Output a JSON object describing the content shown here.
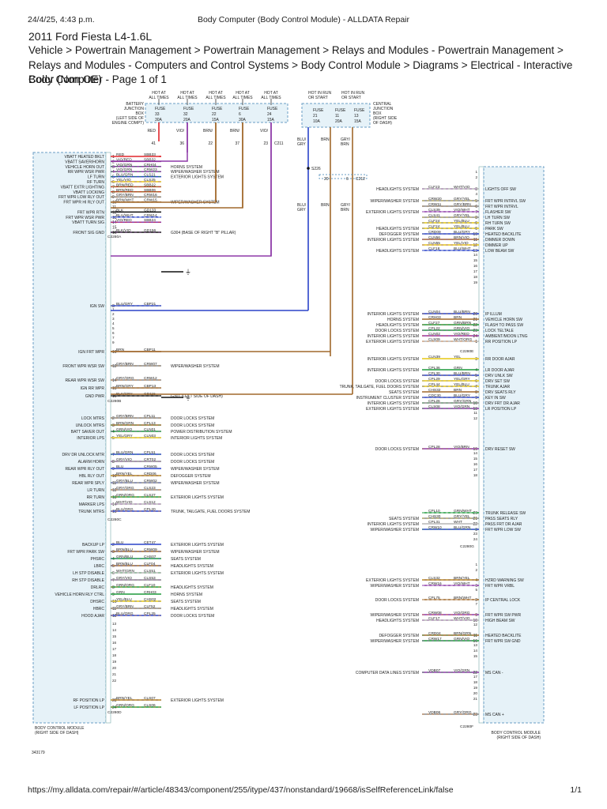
{
  "header": {
    "date": "24/4/25, 4:43 p.m.",
    "title": "Body Computer (Body Control Module) - ALLDATA Repair"
  },
  "page_title": "2011 Ford Fiesta L4-1.6L",
  "breadcrumb": "Vehicle > Powertrain Management > Powertrain Management > Relays and Modules - Powertrain Management > Relays and Modules - Computers and Control Systems > Body Control Module > Diagrams > Electrical - Interactive Color (Non OE)",
  "subtitle": "Body Computer - Page 1 of 1",
  "footer": {
    "url": "https://my.alldata.com/repair/#/article/48343/component/255/itype/437/nonstandard/19668/isSelfReferenceLink/false",
    "page": "1/1"
  },
  "diagram": {
    "fig_id": "343179",
    "battery_box": [
      "BATTERY",
      "JUNCTION",
      "BOX",
      "(LEFT SIDE OF",
      "ENGINE COMPT)"
    ],
    "central_box": [
      "CENTRAL",
      "JUNCTION",
      "BOX",
      "(RIGHT SIDE",
      "OF DASH)"
    ],
    "hot_at_all_times": [
      "HOT AT",
      "ALL TIMES"
    ],
    "hot_in_run": [
      "HOT IN RUN",
      "OR START"
    ],
    "fuses_left": [
      {
        "n": "33",
        "a": "30A"
      },
      {
        "n": "32",
        "a": "20A"
      },
      {
        "n": "22",
        "a": "15A"
      },
      {
        "n": "6",
        "a": "30A"
      },
      {
        "n": "24",
        "a": "15A"
      }
    ],
    "fuses_right": [
      {
        "n": "21",
        "a": "10A"
      },
      {
        "n": "11",
        "a": "20A"
      },
      {
        "n": "13",
        "a": "15A"
      }
    ],
    "fuse_word": "FUSE",
    "colors": {
      "red": "#e0262b",
      "violet": "#8e3aa8",
      "green": "#1f9a3c",
      "blue": "#2a43c9",
      "yellow": "#e6c714",
      "brown": "#a0682b",
      "orange": "#f07a1a",
      "gray": "#8c8c8c",
      "white": "#d9d9d9",
      "black": "#111111",
      "connector_fill": "#e6f2f8",
      "connector_stroke": "#6a9ec4"
    },
    "left_module": {
      "label": [
        "BODY CONTROL MODULE",
        "(RIGHT SIDE OF DASH)"
      ],
      "connectors": [
        "C2280A",
        "C2280B",
        "C2280C",
        "C2280D"
      ],
      "pins": [
        {
          "name": "VBATT HEATED BKLT",
          "pin": "1",
          "wire": "RED",
          "circuit": "SBB33",
          "dest": ""
        },
        {
          "name": "VBATT SAVER/HORN",
          "pin": "2",
          "wire": "VIO/RED",
          "circuit": "SBB32",
          "dest": ""
        },
        {
          "name": "VEHICLE HORN OUT",
          "pin": "3",
          "wire": "VIO/GRN",
          "circuit": "CRH04",
          "dest": "HORNS SYSTEM"
        },
        {
          "name": "RR WPR WSR PWR",
          "pin": "4",
          "wire": "VIO/GRN",
          "circuit": "CRW23",
          "dest": "WIPER/WASHER SYSTEM"
        },
        {
          "name": "LF TURN",
          "pin": "5",
          "wire": "BLU/GRN",
          "circuit": "CLS21",
          "dest": "EXTERIOR LIGHTS SYSTEM"
        },
        {
          "name": "RF TURN",
          "pin": "6",
          "wire": "YEL/VIO",
          "circuit": "CLS25",
          "dest": ""
        },
        {
          "name": "VBATT EXTR LIGHTING",
          "pin": "7",
          "wire": "BRN/RED",
          "circuit": "SBB22",
          "dest": ""
        },
        {
          "name": "VBATT LOCKING",
          "pin": "8",
          "wire": "BRN/RED",
          "circuit": "SBB06",
          "dest": ""
        },
        {
          "name": "FRT WPR LOW RLY OUT",
          "pin": "9",
          "wire": "GRY/BRN",
          "circuit": "CRW16",
          "dest": ""
        },
        {
          "name": "FRT WPR HI RLY OUT",
          "pin": "10",
          "wire": "BRN/WHT",
          "circuit": "CRW15",
          "dest": "WIPER/WASHER SYSTEM"
        },
        {
          "name": "",
          "pin": "11",
          "wire": "",
          "circuit": "",
          "dest": ""
        },
        {
          "name": "FRT WPR RTN",
          "pin": "12",
          "wire": "BLK",
          "circuit": "GD133",
          "dest": ""
        },
        {
          "name": "FRT WPR WSR PWR",
          "pin": "13",
          "wire": "BLU/WHT",
          "circuit": "CRW14",
          "dest": ""
        },
        {
          "name": "VBATT TURN SIG",
          "pin": "14",
          "wire": "VIO/RED",
          "circuit": "SBB24",
          "dest": ""
        },
        {
          "name": "",
          "pin": "15",
          "wire": "",
          "circuit": "",
          "dest": ""
        },
        {
          "name": "FRONT SIG GND",
          "pin": "16",
          "wire": "BLK/VIO",
          "circuit": "GD156",
          "dest": "G304 (BASE OF RIGHT \"B\" PILLAR)"
        },
        {
          "name": "IGN SW",
          "pin": "8",
          "wire": "BLU/GRY",
          "circuit": "CBP21",
          "dest": ""
        },
        {
          "name": "IGN FRT WPR",
          "pin": "10",
          "wire": "BRN",
          "circuit": "CBP11",
          "dest": ""
        },
        {
          "name": "FRONT WPR WSR SW",
          "pin": "12",
          "wire": "GRY/BRN",
          "circuit": "CRW07",
          "dest": "WIPER/WASHER SYSTEM"
        },
        {
          "name": "REAR WPR WSR SW",
          "pin": "14",
          "wire": "GRY/ORG",
          "circuit": "CRW12",
          "dest": ""
        },
        {
          "name": "IGN RR WPR",
          "pin": "15",
          "wire": "BRN/GRY",
          "circuit": "CBP13",
          "dest": ""
        },
        {
          "name": "GND PWR",
          "pin": "16",
          "wire": "BLK/GRY",
          "circuit": "GD115",
          "dest": "G301 (LEFT SIDE OF DASH)"
        },
        {
          "name": "LOCK MTRS",
          "pin": "2",
          "wire": "GRY/BRN",
          "circuit": "CPL11",
          "dest": "DOOR LOCKS SYSTEM"
        },
        {
          "name": "UNLOCK MTRS",
          "pin": "3",
          "wire": "BRN/GRN",
          "circuit": "CPL13",
          "dest": "DOOR LOCKS SYSTEM"
        },
        {
          "name": "BATT SAVER OUT",
          "pin": "4",
          "wire": "GRN/VIO",
          "circuit": "CLN01",
          "dest": "POWER DISTRIBUTION SYSTEM"
        },
        {
          "name": "INTERIOR LPS",
          "pin": "5",
          "wire": "YEL/GRY",
          "circuit": "CLN03",
          "dest": "INTERIOR LIGHTS SYSTEM"
        },
        {
          "name": "DRV DR UNLOCK MTR",
          "pin": "7",
          "wire": "BLU/GRN",
          "circuit": "CPL51",
          "dest": "DOOR LOCKS SYSTEM"
        },
        {
          "name": "ALARM HORN",
          "pin": "8",
          "wire": "GRY/VIO",
          "circuit": "CRT02",
          "dest": "DOOR LOCKS SYSTEM"
        },
        {
          "name": "REAR WPR RLY OUT",
          "pin": "9",
          "wire": "BLU",
          "circuit": "CRW05",
          "dest": "WIPER/WASHER SYSTEM"
        },
        {
          "name": "HBL RLY OUT",
          "pin": "10",
          "wire": "BRN/YEL",
          "circuit": "CRD06",
          "dest": "DEFOGGER SYSTEM"
        },
        {
          "name": "REAR WPR SPLY",
          "pin": "11",
          "wire": "GRY/BLU",
          "circuit": "CRW02",
          "dest": "WIPER/WASHER SYSTEM"
        },
        {
          "name": "LR TURN",
          "pin": "12",
          "wire": "GRY/ORG",
          "circuit": "CLS23",
          "dest": ""
        },
        {
          "name": "RR TURN",
          "pin": "13",
          "wire": "GRN/ORG",
          "circuit": "CLS27",
          "dest": "EXTERIOR LIGHTS SYSTEM"
        },
        {
          "name": "MARKER LPS",
          "pin": "14",
          "wire": "WHT/VIO",
          "circuit": "CLS12",
          "dest": ""
        },
        {
          "name": "TRUNK MTRS",
          "pin": "15",
          "wire": "BLU/ORG",
          "circuit": "CPL20",
          "dest": "TRUNK, TAILGATE, FUEL DOORS SYSTEM"
        },
        {
          "name": "BACKUP LP",
          "pin": "2",
          "wire": "BLU",
          "circuit": "CET47",
          "dest": "EXTERIOR LIGHTS SYSTEM"
        },
        {
          "name": "FRT WPR PARK SW",
          "pin": "3",
          "wire": "BRN/BLU",
          "circuit": "CRW09",
          "dest": "WIPER/WASHER SYSTEM"
        },
        {
          "name": "PHSRC",
          "pin": "4",
          "wire": "GRN/BLU",
          "circuit": "CHS07",
          "dest": "SEATS SYSTEM"
        },
        {
          "name": "LBRC",
          "pin": "5",
          "wire": "BRN/BLU",
          "circuit": "CLF04",
          "dest": "HEADLIGHTS SYSTEM"
        },
        {
          "name": "LH STP DISABLE",
          "pin": "6",
          "wire": "WHT/GRN",
          "circuit": "CLS51",
          "dest": "EXTERIOR LIGHTS SYSTEM"
        },
        {
          "name": "RH STP DISABLE",
          "pin": "7",
          "wire": "GRY/VIO",
          "circuit": "CLS53",
          "dest": ""
        },
        {
          "name": "DRLRC",
          "pin": "8",
          "wire": "GRN/ORG",
          "circuit": "CLF10",
          "dest": "HEADLIGHTS SYSTEM"
        },
        {
          "name": "VEHICLE HORN RLY CTRL",
          "pin": "9",
          "wire": "GRN",
          "circuit": "CRH03",
          "dest": "HORNS SYSTEM"
        },
        {
          "name": "DHSRC",
          "pin": "10",
          "wire": "YEL/BLU",
          "circuit": "CHS02",
          "dest": "SEATS SYSTEM"
        },
        {
          "name": "HBRC",
          "pin": "11",
          "wire": "GRY/BRN",
          "circuit": "CLF52",
          "dest": "HEADLIGHTS SYSTEM"
        },
        {
          "name": "HOOD AJAR",
          "pin": "12",
          "wire": "BLU/ORG",
          "circuit": "CPL25",
          "dest": "DOOR LOCKS SYSTEM"
        },
        {
          "name": "RF POSITION LP",
          "pin": "23",
          "wire": "BRN/YEL",
          "circuit": "CLS07",
          "dest": "EXTERIOR LIGHTS SYSTEM"
        },
        {
          "name": "LF POSITION LP",
          "pin": "24",
          "wire": "GRN/ORG",
          "circuit": "CLS06",
          "dest": ""
        }
      ]
    },
    "right_module": {
      "label": [
        "BODY CONTROL MODULE",
        "(RIGHT SIDE OF DASH)"
      ],
      "connectors": [
        "C2280E",
        "C2280G",
        "C2280F"
      ],
      "pins": [
        {
          "name": "LIGHTS OFF SW",
          "pin": "3",
          "wire": "WHT/VIO",
          "circuit": "CLF23",
          "src": "HEADLIGHTS SYSTEM"
        },
        {
          "name": "FRT WPR INTRVL SW",
          "pin": "5",
          "wire": "GRY/YEL",
          "circuit": "CRW20",
          "src": "WIPER/WASHER SYSTEM"
        },
        {
          "name": "FRT WPR INTRVL",
          "pin": "6",
          "wire": "GRY/BRN",
          "circuit": "CRW11",
          "src": ""
        },
        {
          "name": "FLASHER SW",
          "pin": "7",
          "wire": "VIO/WHT",
          "circuit": "CLS39",
          "src": "EXTERIOR LIGHTS SYSTEM"
        },
        {
          "name": "LH TURN SW",
          "pin": "8",
          "wire": "GRY/YEL",
          "circuit": "CLS41",
          "src": ""
        },
        {
          "name": "RH TURN SW",
          "pin": "9",
          "wire": "YEL/BLU",
          "circuit": "CLF24",
          "src": ""
        },
        {
          "name": "PARK SW",
          "pin": "9",
          "wire": "YEL/BLU",
          "circuit": "CLF24",
          "src": "HEADLIGHTS SYSTEM"
        },
        {
          "name": "HEATED BACKLITE",
          "pin": "10",
          "wire": "BLU/GRY",
          "circuit": "CRD09",
          "src": "DEFOGGER SYSTEM"
        },
        {
          "name": "DIMMER DOWN",
          "pin": "11",
          "wire": "BRN/VIO",
          "circuit": "CLN56",
          "src": "INTERIOR LIGHTS SYSTEM"
        },
        {
          "name": "DIMMER UP",
          "pin": "12",
          "wire": "YEL/VIO",
          "circuit": "CLN55",
          "src": ""
        },
        {
          "name": "LOW BEAM SW",
          "pin": "13",
          "wire": "BLU/WHT",
          "circuit": "CLF18",
          "src": "HEADLIGHTS SYSTEM"
        },
        {
          "name": "IP ILLUM",
          "pin": "20",
          "wire": "BLU/BRN",
          "circuit": "CLN04",
          "src": "INTERIOR LIGHTS SYSTEM"
        },
        {
          "name": "VEHICLE HORN SW",
          "pin": "21",
          "wire": "BRN",
          "circuit": "CRH03",
          "src": "HORNS SYSTEM"
        },
        {
          "name": "FLASH TO PASS SW",
          "pin": "22",
          "wire": "GRN/BRN",
          "circuit": "CLF27",
          "src": "HEADLIGHTS SYSTEM"
        },
        {
          "name": "LOCK TELTALE",
          "pin": "23",
          "wire": "GRN/VIO",
          "circuit": "CPL22",
          "src": "DOOR LOCKS SYSTEM"
        },
        {
          "name": "AMBIENT/MOON LTNG",
          "pin": "24",
          "wire": "VIO/RED",
          "circuit": "CLN02",
          "src": "INTERIOR LIGHTS SYSTEM"
        },
        {
          "name": "RR POSITION LP",
          "pin": "1",
          "wire": "WHT/ORG",
          "circuit": "CLS09",
          "src": "EXTERIOR LIGHTS SYSTEM"
        },
        {
          "name": "RR DOOR AJAR",
          "pin": "3",
          "wire": "YEL",
          "circuit": "CLN39",
          "src": "INTERIOR LIGHTS SYSTEM"
        },
        {
          "name": "LR DOOR AJAR",
          "pin": "4",
          "wire": "GRN",
          "circuit": "CPL36",
          "src": "INTERIOR LIGHTS SYSTEM"
        },
        {
          "name": "DRV UNLK SW",
          "pin": "5",
          "wire": "BLU/BRN",
          "circuit": "CPL30",
          "src": ""
        },
        {
          "name": "DRV SET SW",
          "pin": "6",
          "wire": "YEL/GRY",
          "circuit": "CPL29",
          "src": "DOOR LOCKS SYSTEM"
        },
        {
          "name": "TRUNK AJAR",
          "pin": "7",
          "wire": "YEL/BLU",
          "circuit": "CPL44",
          "src": "TRUNK, TAILGATE, FUEL DOORS SYSTEM"
        },
        {
          "name": "DRV SEATS RLY",
          "pin": "8",
          "wire": "BRN",
          "circuit": "CHS32",
          "src": "SEATS SYSTEM"
        },
        {
          "name": "KEY IN SW",
          "pin": "9",
          "wire": "BLU/GRY",
          "circuit": "CDC30",
          "src": "INSTRUMENT CLUSTER SYSTEM"
        },
        {
          "name": "DRV FRT DR AJAR",
          "pin": "10",
          "wire": "GRY/GRN",
          "circuit": "CPL26",
          "src": "INTERIOR LIGHTS SYSTEM"
        },
        {
          "name": "LR POSITION LP",
          "pin": "13",
          "wire": "VIO/GRN",
          "circuit": "CLS08",
          "src": "EXTERIOR LIGHTS SYSTEM"
        },
        {
          "name": "DRV RESET SW",
          "pin": "19",
          "wire": "VIO/BRN",
          "circuit": "CPL28",
          "src": "DOOR LOCKS SYSTEM"
        },
        {
          "name": "TRUNK RELEASE SW",
          "pin": "20",
          "wire": "GRN/WHT",
          "circuit": "CPL10",
          "src": ""
        },
        {
          "name": "PASS SEATS RLY",
          "pin": "21",
          "wire": "GRY/YEL",
          "circuit": "CHS30",
          "src": "SEATS SYSTEM"
        },
        {
          "name": "PASS FRT DR AJAR",
          "pin": "22",
          "wire": "WHT",
          "circuit": "CPL31",
          "src": "INTERIOR LIGHTS SYSTEM"
        },
        {
          "name": "FRT WPR LOW SW",
          "pin": "3",
          "wire": "BLU/GRN",
          "circuit": "CRW10",
          "src": "WIPER/WASHER SYSTEM"
        },
        {
          "name": "HZRD WARNING SW",
          "pin": "4",
          "wire": "BRN/YEL",
          "circuit": "CLS32",
          "src": "EXTERIOR LIGHTS SYSTEM"
        },
        {
          "name": "FRT WPR VRBL",
          "pin": "6",
          "wire": "VIO/WHT",
          "circuit": "CRW16",
          "src": "WIPER/WASHER SYSTEM"
        },
        {
          "name": "IP CENTRAL LOCK",
          "pin": "8",
          "wire": "BRN/WHT",
          "circuit": "CPL75",
          "src": "DOOR LOCKS SYSTEM"
        },
        {
          "name": "FRT WPR SW PWR",
          "pin": "9",
          "wire": "VIO/ORG",
          "circuit": "CRW08",
          "src": "WIPER/WASHER SYSTEM"
        },
        {
          "name": "HIGH BEAM SW",
          "pin": "10",
          "wire": "WHT/VIO",
          "circuit": "CLF17",
          "src": "HEADLIGHTS SYSTEM"
        },
        {
          "name": "HEATED BACKLITE",
          "pin": "11",
          "wire": "BRN/GRN",
          "circuit": "CRD04",
          "src": "DEFOGGER SYSTEM"
        },
        {
          "name": "FRT WPR SW GND",
          "pin": "16",
          "wire": "GRN/VIO",
          "circuit": "CRW17",
          "src": "WIPER/WASHER SYSTEM"
        },
        {
          "name": "MS CAN -",
          "pin": "22",
          "wire": "VIO/GRN",
          "circuit": "VDB07",
          "src": "COMPUTER DATA LINES SYSTEM"
        },
        {
          "name": "MS CAN +",
          "pin": "23",
          "wire": "GRY/ORG",
          "circuit": "VDB06",
          "src": ""
        }
      ]
    },
    "center": {
      "blu_gry": "BLU/ GRY",
      "brn": "BRN",
      "gry_brn": "GRY/ BRN",
      "s226": "S226",
      "c212": "C212",
      "c211": "C211",
      "g_label_20": "20",
      "g_label_6": "6",
      "left_pin_41": "41",
      "left_pin_36": "36",
      "left_pin_22": "22",
      "left_pin_37": "37",
      "left_pin_23": "23",
      "wire_red": "RED",
      "wire_vio_red": "VIO/ RED",
      "wire_brn_red": "BRN/ RED",
      "wire_brn_red2": "BRN/ RED",
      "wire_vio_red2": "VIO/ RED"
    }
  }
}
